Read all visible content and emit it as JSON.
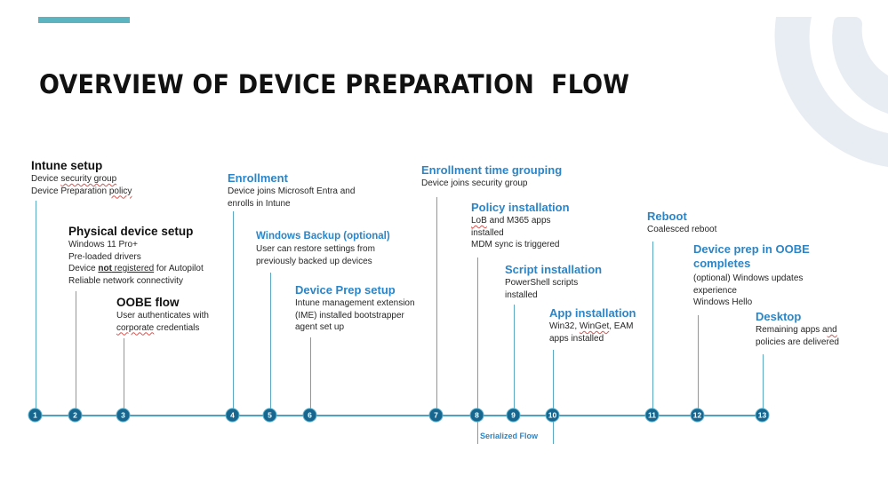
{
  "slide": {
    "title": "OVERVIEW OF DEVICE PREPARATION  FLOW",
    "accent_color": "#5bb4c0",
    "heading_blue": "#2a86c8",
    "node_fill": "#17668f",
    "line_color": "#4ea1c1"
  },
  "steps": [
    {
      "number": "1",
      "title": "Intune setup",
      "lines": [
        "Device security group",
        "Device Preparation policy"
      ]
    },
    {
      "number": "2",
      "title": "Physical device setup",
      "lines": [
        "Windows 11 Pro+",
        "Pre-loaded drivers",
        "Device not registered for Autopilot",
        "Reliable network connectivity"
      ]
    },
    {
      "number": "3",
      "title": "OOBE flow",
      "lines": [
        "User authenticates with",
        "corporate credentials"
      ]
    },
    {
      "number": "4",
      "title": "Enrollment",
      "lines": [
        "Device joins Microsoft Entra and",
        "enrolls in Intune"
      ]
    },
    {
      "number": "5",
      "title": "Windows Backup (optional)",
      "lines": [
        "User can restore settings from",
        "previously backed up devices"
      ]
    },
    {
      "number": "6",
      "title": "Device Prep setup",
      "lines": [
        "Intune management extension",
        "(IME) installed bootstrapper",
        "agent set up"
      ]
    },
    {
      "number": "7",
      "title": "Enrollment time grouping",
      "lines": [
        "Device joins security group"
      ]
    },
    {
      "number": "8",
      "title": "Policy installation",
      "lines": [
        "LoB and M365 apps",
        "installed",
        "MDM sync is triggered"
      ]
    },
    {
      "number": "9",
      "title": "Script installation",
      "lines": [
        "PowerShell scripts",
        "installed"
      ]
    },
    {
      "number": "10",
      "title": "App installation",
      "lines": [
        "Win32,  WinGet, EAM",
        "apps installed"
      ]
    },
    {
      "number": "11",
      "title": "Reboot",
      "lines": [
        "Coalesced reboot"
      ]
    },
    {
      "number": "12",
      "title": "Device prep in OOBE completes",
      "title_lines": [
        "Device prep in OOBE",
        "completes"
      ],
      "lines": [
        "(optional) Windows updates",
        "experience",
        "Windows Hello"
      ]
    },
    {
      "number": "13",
      "title": "Desktop",
      "lines": [
        "Remaining apps and",
        "policies are delivered"
      ]
    }
  ],
  "serialized_flow": {
    "label": "Serialized  Flow",
    "from_step": "8",
    "to_step": "10"
  },
  "phrases": {
    "step2_line3_pre": "Device ",
    "step2_line3_bold": "not",
    "step2_line3_underlined": " registered",
    "step2_line3_post": " for Autopilot",
    "step1_line1_pre": "Device ",
    "step1_line1_u": "security group",
    "step1_line2_pre": "Device Preparation ",
    "step1_line2_u": "policy",
    "step3_line2_u": "corporate",
    "step3_line2_post": " credentials",
    "step8_line1_u": "LoB",
    "step8_line1_post": " and M365 apps",
    "step10_line1_pre": "Win32,  ",
    "step10_line1_u": "WinGet",
    "step10_line1_post": ", EAM",
    "step13_line1_pre": "Remaining apps a",
    "step13_line1_u": "nd"
  }
}
